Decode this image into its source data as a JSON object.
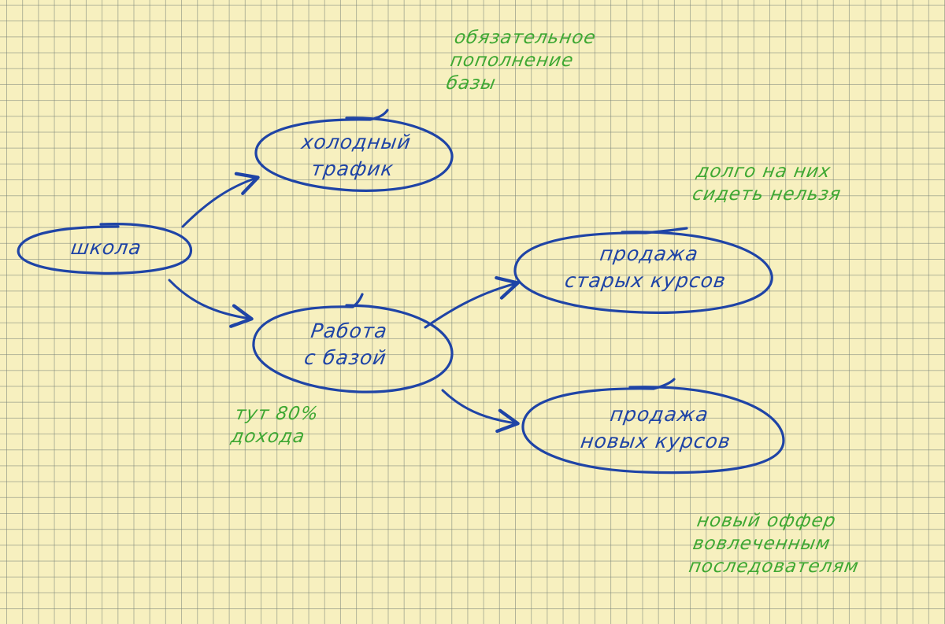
{
  "nodes": {
    "school": {
      "line1": "школа"
    },
    "cold_traffic": {
      "line1": "холодный",
      "line2": "трафик"
    },
    "work_with_base": {
      "line1": "Работа",
      "line2": "с базой"
    },
    "sell_old_courses": {
      "line1": "продажа",
      "line2": "старых курсов"
    },
    "sell_new_courses": {
      "line1": "продажа",
      "line2": "новых курсов"
    }
  },
  "notes": {
    "mandatory_base": {
      "line1": "обязательное",
      "line2": "пополнение",
      "line3": "базы"
    },
    "cannot_stay_long": {
      "line1": "долго на них",
      "line2": "сидеть нельзя"
    },
    "income_share": {
      "line1": "тут 80%",
      "line2": "дохода"
    },
    "new_offer": {
      "line1": "новый оффер",
      "line2": "вовлеченным",
      "line3": "последователям"
    }
  },
  "colors": {
    "ink_blue": "#1f44a6",
    "ink_green": "#3fa833",
    "paper": "#f7f0bf"
  }
}
